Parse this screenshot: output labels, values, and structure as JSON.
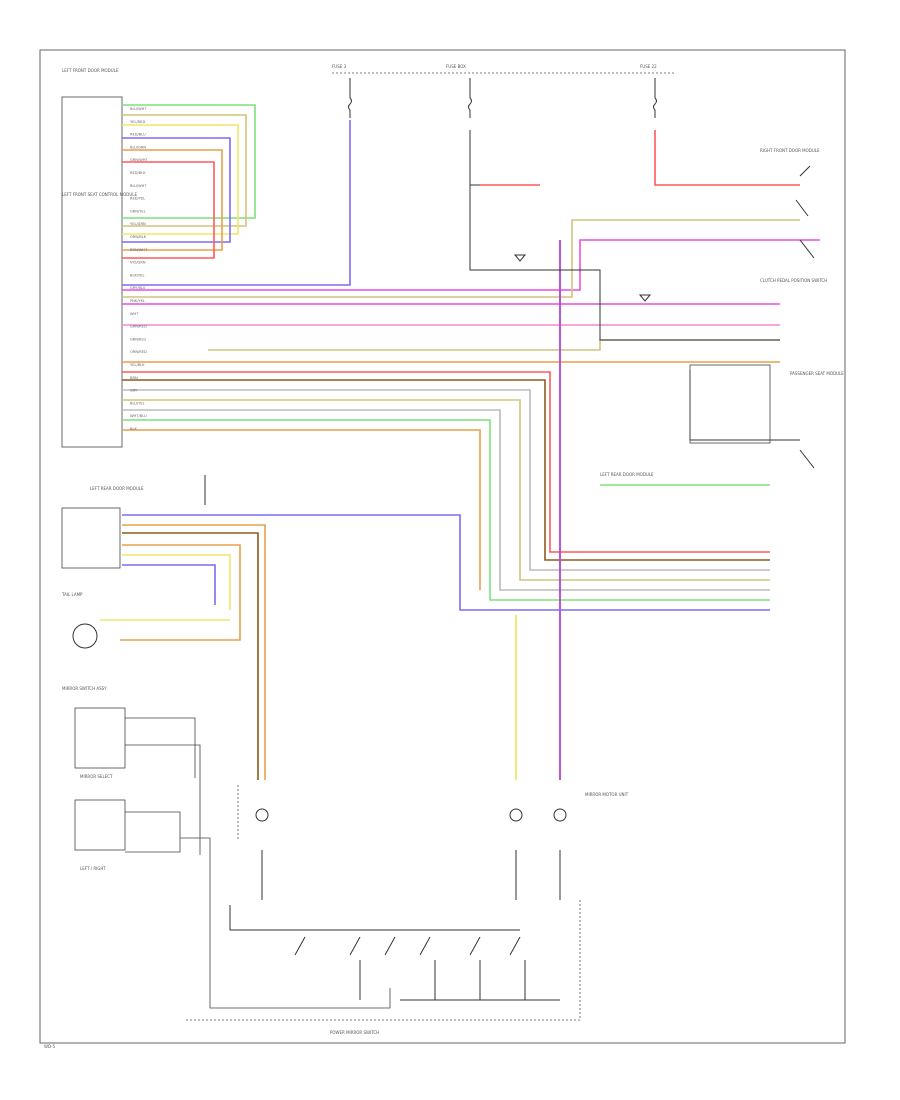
{
  "diagram": {
    "footer_code": "WD-5",
    "blocks": {
      "left_top_module": {
        "title": "LEFT FRONT DOOR MODULE"
      },
      "seat_ctrl_module": {
        "title": "LEFT FRONT SEAT CONTROL MODULE"
      },
      "left_rear_door": {
        "title": "LEFT REAR DOOR MODULE"
      },
      "tail_lamp": {
        "title": "TAIL LAMP"
      },
      "switch_assy": {
        "title": "MIRROR SWITCH ASSY"
      },
      "mirror_sel": {
        "title": "MIRROR SELECT"
      },
      "left_right": {
        "title": "LEFT / RIGHT"
      },
      "fuse_a": {
        "title": "FUSE 3"
      },
      "fuse_b": {
        "title": "FUSE BOX"
      },
      "fuse_c": {
        "title": "FUSE 22"
      },
      "motor_unit": {
        "title": "MIRROR MOTOR UNIT"
      },
      "bottom_bus": {
        "title": "POWER MIRROR SWITCH"
      },
      "clutch_pedal": {
        "title": "CLUTCH PEDAL POSITION SWITCH"
      },
      "right_side": {
        "title": "RIGHT FRONT DOOR MODULE"
      },
      "passenger": {
        "title": "PASSENGER SEAT MODULE"
      }
    },
    "connector_pins": [
      "BLU/WHT",
      "YEL/RED",
      "RED/BLU",
      "BLU/GRN",
      "GRN/WHT",
      "RED/BLK",
      "BLU/WHT",
      "RED/YEL",
      "GRN/YEL",
      "YEL/GRN",
      "ORN/BLK",
      "BRN/WHT",
      "VIO/GRN",
      "BLK/YEL",
      "GRY/BLU",
      "PNK/YEL",
      "WHT",
      "GRN/RED",
      "GRN/BLU",
      "ORN/RED",
      "YEL/BLK",
      "BRN",
      "GRY",
      "BLU/YEL",
      "WHT/BLU",
      "BLK"
    ],
    "wire_colors": {
      "red": "#ff5a5a",
      "yellow": "#f2e66a",
      "blue": "#7c6cf4",
      "green": "#7fe07f",
      "magenta": "#e94fe3",
      "purple": "#b341d6",
      "orange": "#e7a04c",
      "brown": "#8d5b1f",
      "olive": "#d1c37a",
      "grey": "#bbbbbb",
      "pink": "#f48ad0",
      "black": "#333333"
    },
    "icons": [
      "ground-symbol",
      "switch-symbol",
      "lamp-symbol",
      "fuse-symbol"
    ]
  }
}
